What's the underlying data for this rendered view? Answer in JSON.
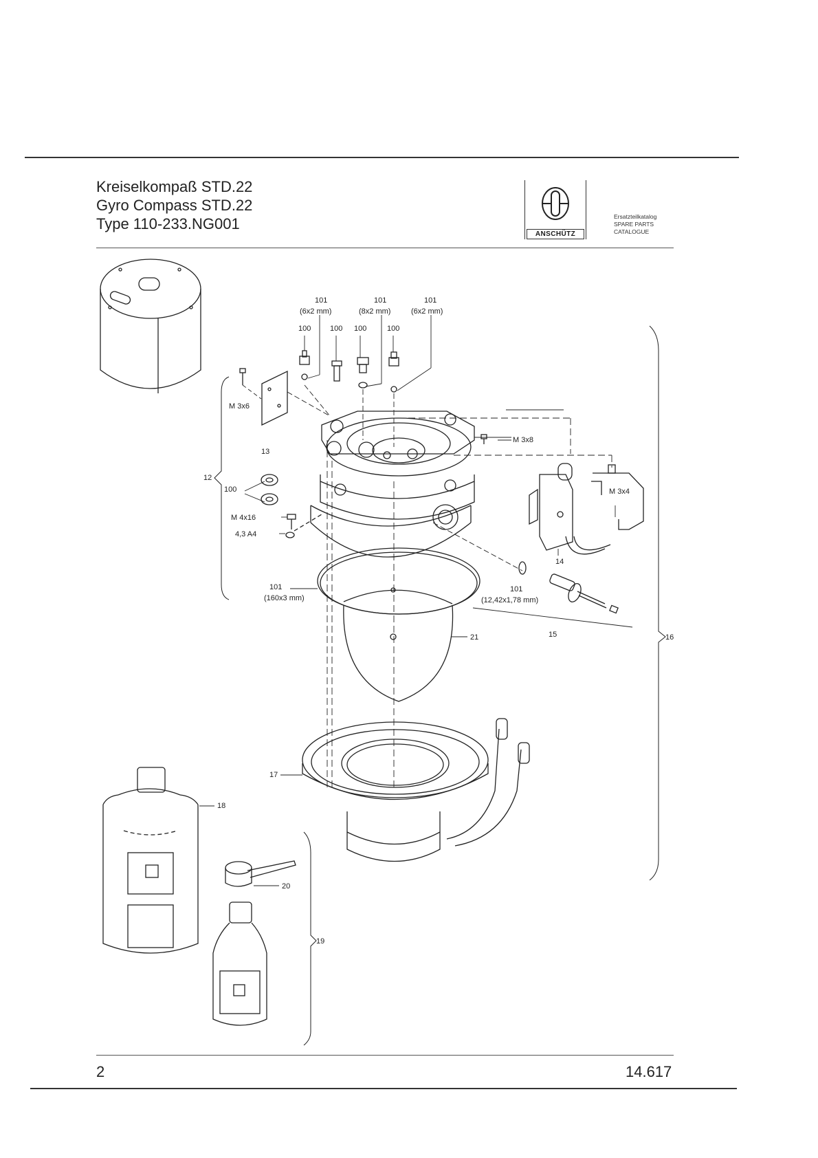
{
  "header": {
    "title_de": "Kreiselkompaß STD.22",
    "title_en": "Gyro Compass STD.22",
    "type_line": "Type 110-233.NG001",
    "logo_text": "ANSCHÜTZ",
    "catalogue_de": "Ersatzteilkatalog",
    "catalogue_en1": "SPARE PARTS",
    "catalogue_en2": "CATALOGUE"
  },
  "callouts": {
    "oring_a": "101",
    "oring_a_size": "(6x2 mm)",
    "oring_b": "101",
    "oring_b_size": "(8x2 mm)",
    "oring_c": "101",
    "oring_c_size": "(6x2 mm)",
    "plug_1": "100",
    "plug_2": "100",
    "plug_3": "100",
    "plug_4": "100",
    "screw_m3x6": "M 3x6",
    "screw_m3x8": "M 3x8",
    "screw_m3x4": "M 3x4",
    "plate_13": "13",
    "group_12": "12",
    "plug_100_lower": "100",
    "screw_m4x16": "M 4x16",
    "washer_43a4": "4,3 A4",
    "gasket_101": "101",
    "gasket_101_size": "(160x3 mm)",
    "oring_101_right": "101",
    "oring_101_right_size": "(12,42x1,78 mm)",
    "part_14": "14",
    "part_15": "15",
    "group_16": "16",
    "sphere_21": "21",
    "base_17": "17",
    "bottle_18": "18",
    "group_19": "19",
    "cap_20": "20"
  },
  "footer": {
    "page": "2",
    "doc_no": "14.617"
  }
}
